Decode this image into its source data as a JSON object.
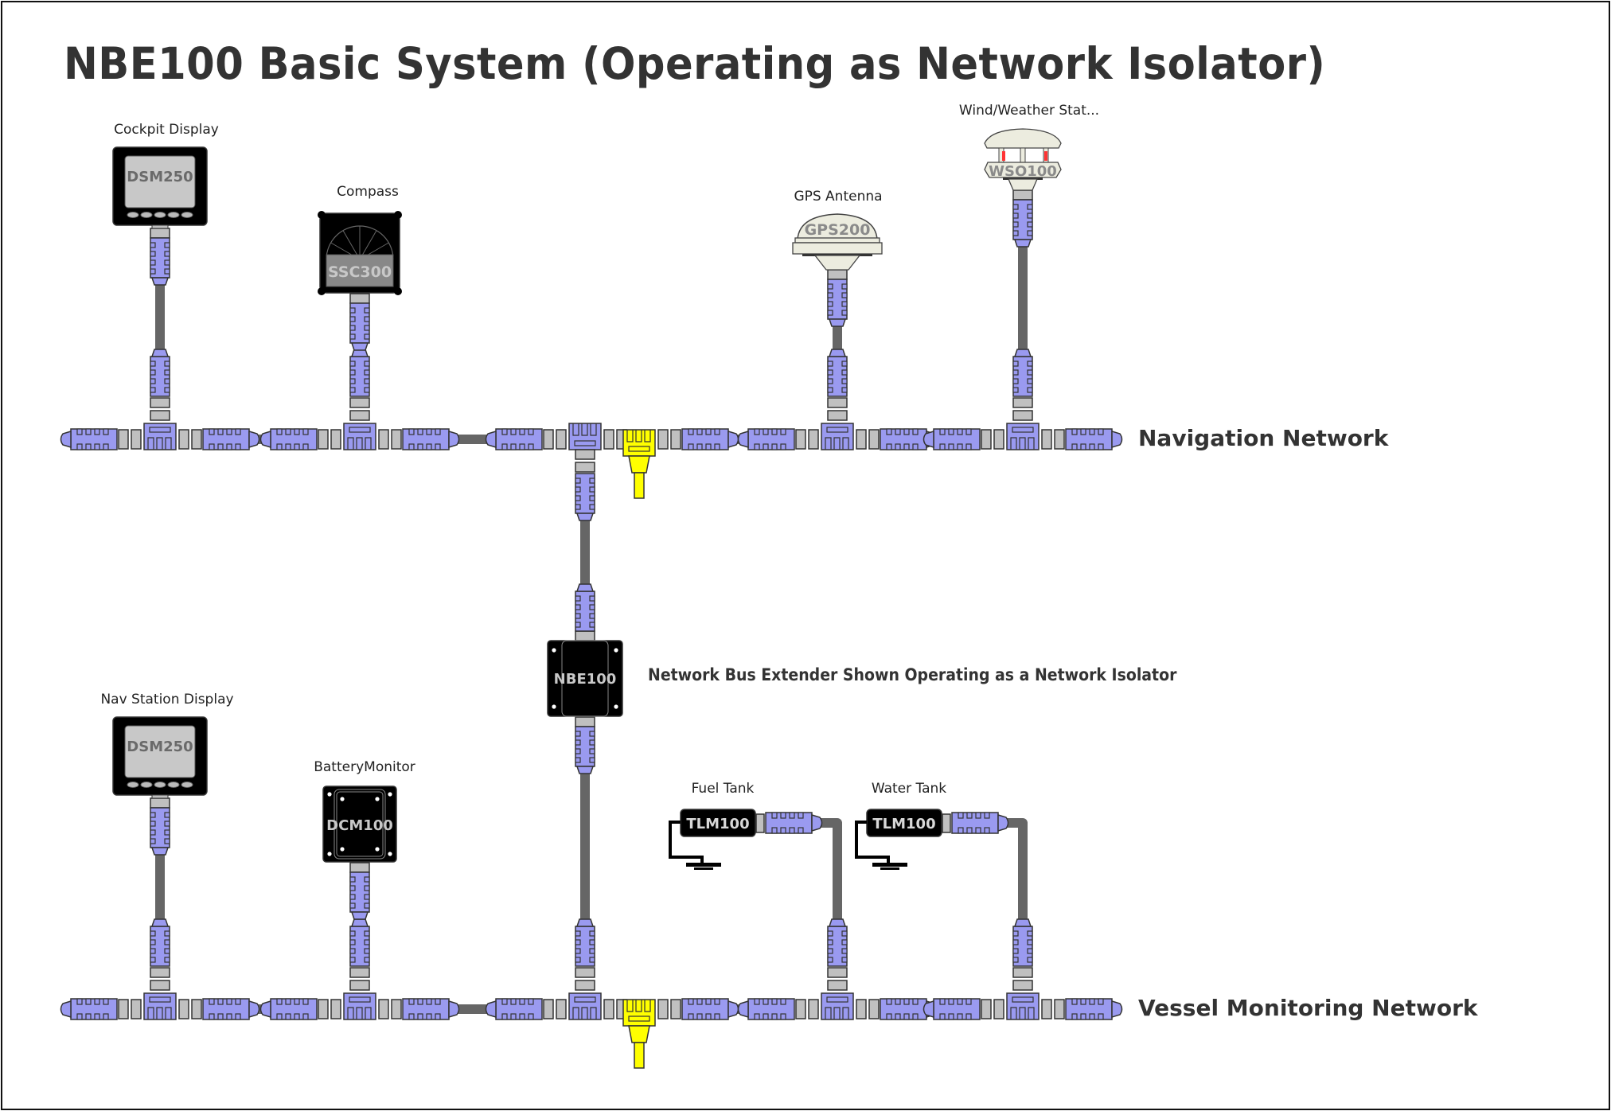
{
  "title": "NBE100 Basic System (Operating as Network Isolator)",
  "networks": {
    "top": {
      "label": "Navigation Network"
    },
    "bottom": {
      "label": "Vessel Monitoring Network"
    }
  },
  "isolator": {
    "model": "NBE100",
    "description": "Network Bus Extender Shown Operating as a Network Isolator"
  },
  "devices": {
    "cockpit_display": {
      "label": "Cockpit Display",
      "model": "DSM250"
    },
    "compass": {
      "label": "Compass",
      "model": "SSC300"
    },
    "gps_antenna": {
      "label": "GPS Antenna",
      "model": "GPS200"
    },
    "weather_station": {
      "label": "Wind/Weather Stat...",
      "model": "WSO100"
    },
    "nav_station_display": {
      "label": "Nav Station Display",
      "model": "DSM250"
    },
    "battery_monitor": {
      "label": "BatteryMonitor",
      "model": "DCM100"
    },
    "fuel_tank": {
      "label": "Fuel Tank",
      "model": "TLM100"
    },
    "water_tank": {
      "label": "Water Tank",
      "model": "TLM100"
    }
  },
  "colors": {
    "connector": "#9a9af0",
    "coupler": "#c0c0c0",
    "cable": "#666666",
    "terminator": "#ffff00",
    "device_body": "#000000",
    "screen": "#c8c8c8",
    "text": "#333333"
  }
}
